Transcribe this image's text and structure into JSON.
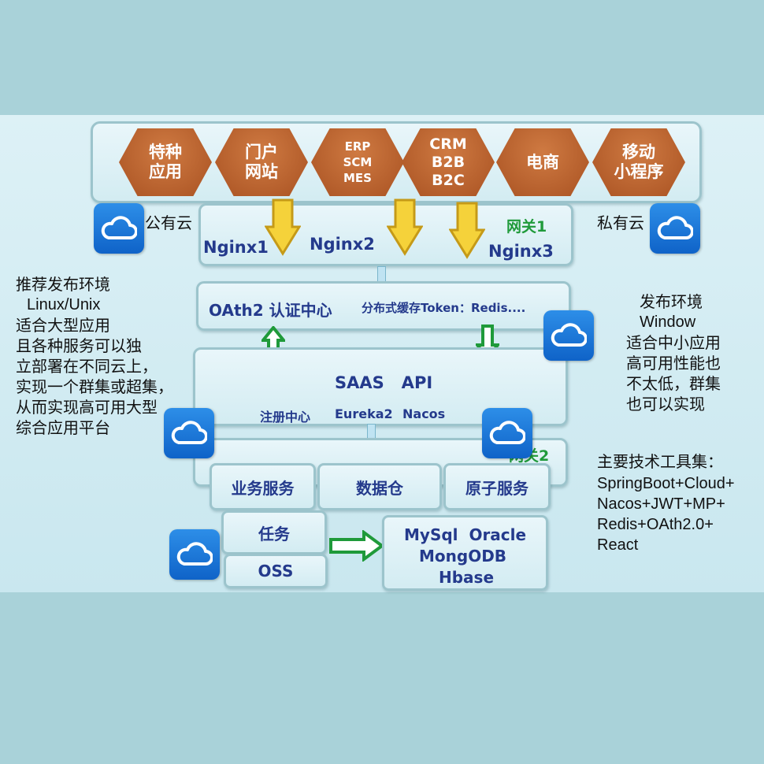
{
  "apps": [
    {
      "label": "特种\n应用"
    },
    {
      "label": "门户\n网站"
    },
    {
      "label": "ERP\nSCM\nMES"
    },
    {
      "label": "CRM\nB2B\nB2C"
    },
    {
      "label": "电商"
    },
    {
      "label": "移动\n小程序"
    }
  ],
  "clouds": {
    "public": "公有云",
    "private": "私有云"
  },
  "gateway1": {
    "label": "网关1",
    "nginx1": "Nginx1",
    "nginx2": "Nginx2",
    "nginx3": "Nginx3"
  },
  "auth": {
    "title": "OAth2 认证中心",
    "cache": "分布式缓存Token：Redis...."
  },
  "api": {
    "title": "SAAS   API",
    "registry": "注册中心",
    "eureka": "Eureka2",
    "nacos": "Nacos"
  },
  "gateway2": {
    "label": "网关2"
  },
  "services": [
    "业务服务",
    "数据仓",
    "原子服务"
  ],
  "tasks": {
    "task": "任务",
    "oss": "OSS"
  },
  "databases": [
    "MySql  Oracle",
    "MongODB",
    "Hbase"
  ],
  "left_text": [
    "推荐发布环境",
    "Linux/Unix",
    "适合大型应用",
    "且各种服务可以独",
    "立部署在不同云上，",
    "实现一个群集或超集，",
    "从而实现高可用大型",
    "综合应用平台"
  ],
  "right_text": [
    "发布环境",
    "Window",
    "适合中小应用",
    "高可用性能也",
    "不太低，群集",
    "也可以实现"
  ],
  "tools": {
    "title": "主要技术工具集：",
    "lines": [
      "SpringBoot+Cloud+",
      "Nacos+JWT+MP+",
      "Redis+OAth2.0+",
      "React"
    ]
  },
  "colors": {
    "hex": "#b85c2a",
    "navy": "#243a8c",
    "green_label": "#1f9a3a",
    "cloud": "#1a73d6"
  }
}
